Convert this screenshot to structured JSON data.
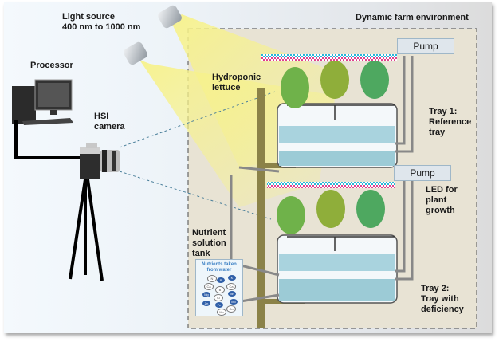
{
  "labels": {
    "light_source": "Light source\n400 nm to 1000 nm",
    "processor": "Processor",
    "hsi_camera": "HSI\ncamera",
    "dynamic_farm": "Dynamic farm environment",
    "hydroponic_lettuce": "Hydroponic\nlettuce",
    "tray1": "Tray 1:\nReference\ntray",
    "led": "LED for\nplant\ngrowth",
    "tray2": "Tray 2:\nTray with\ndeficiency",
    "nutrient_tank": "Nutrient\nsolution\ntank"
  },
  "pumps": [
    {
      "label": "Pump"
    },
    {
      "label": "Pump"
    }
  ],
  "nutrient_card": {
    "title_line1": "Nutrients taken",
    "title_line2": "from water",
    "elements": [
      "N",
      "P",
      "K",
      "Ca",
      "Ca",
      "B",
      "Mg",
      "Mn",
      "Cl",
      "Mo",
      "Zn",
      "Fe",
      "Cu",
      "Mo"
    ]
  },
  "colors": {
    "light_beam": "#f5f08a",
    "water": "#9ccbd6",
    "pole": "#8b8248",
    "card_text": "#3a7fc4",
    "element_dark": "#2f5fa8",
    "farm_bg": "#e9e4d6"
  }
}
